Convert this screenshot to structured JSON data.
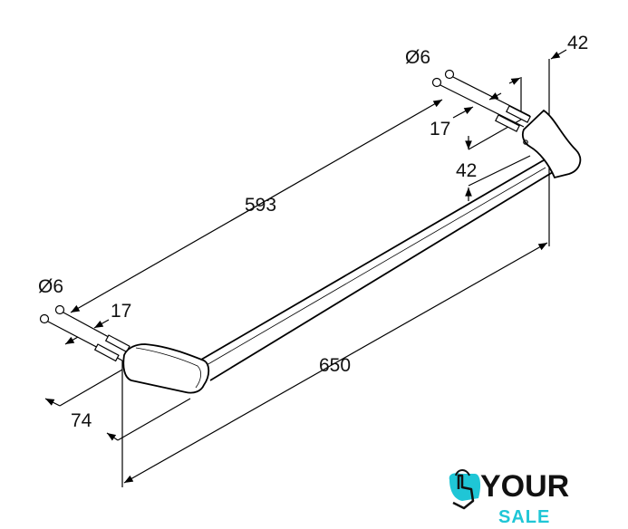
{
  "drawing": {
    "dimensions": {
      "length_total": "650",
      "hole_spacing": "593",
      "depth": "74",
      "height_right": "42",
      "projection": "42",
      "screw_offset_left": "17",
      "screw_offset_right": "17",
      "diameter_left": "Ø6",
      "diameter_right": "Ø6"
    }
  },
  "logo": {
    "word1": "YOUR",
    "word2": "SALE",
    "accent_color": "#1fc6d6"
  }
}
